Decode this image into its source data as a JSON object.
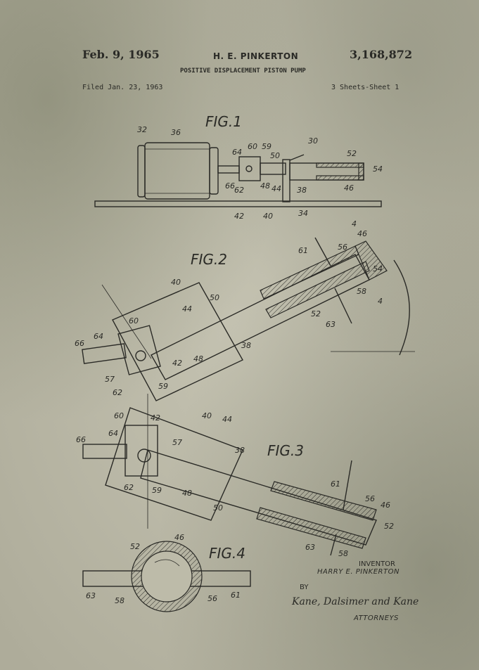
{
  "header": {
    "date": "Feb. 9, 1965",
    "inventor": "H. E. PINKERTON",
    "patent_number": "3,168,872",
    "title": "POSITIVE DISPLACEMENT PISTON PUMP",
    "filed": "Filed Jan. 23, 1963",
    "sheets": "3 Sheets-Sheet 1"
  },
  "figures": {
    "fig1": "FIG.1",
    "fig2": "FIG.2",
    "fig3": "FIG.3",
    "fig4": "FIG.4"
  },
  "fig1_labels": [
    "32",
    "36",
    "60",
    "59",
    "64",
    "50",
    "30",
    "52",
    "54",
    "66",
    "62",
    "48",
    "44",
    "38",
    "46",
    "42",
    "40",
    "34"
  ],
  "fig2_labels": [
    "4",
    "46",
    "61",
    "56",
    "54",
    "40",
    "50",
    "44",
    "58",
    "4",
    "52",
    "63",
    "60",
    "64",
    "66",
    "38",
    "48",
    "42",
    "57",
    "62",
    "59"
  ],
  "fig3_labels": [
    "60",
    "42",
    "40",
    "44",
    "64",
    "66",
    "38",
    "57",
    "62",
    "59",
    "48",
    "50",
    "61",
    "56",
    "46",
    "52",
    "63",
    "58"
  ],
  "fig4_labels": [
    "52",
    "46",
    "63",
    "58",
    "56",
    "61"
  ],
  "signature_block": {
    "inventor_title": "INVENTOR",
    "inventor_name": "HARRY E. PINKERTON",
    "by": "BY",
    "signature": "Kane, Dalsimer and Kane",
    "attorneys": "ATTORNEYS"
  }
}
